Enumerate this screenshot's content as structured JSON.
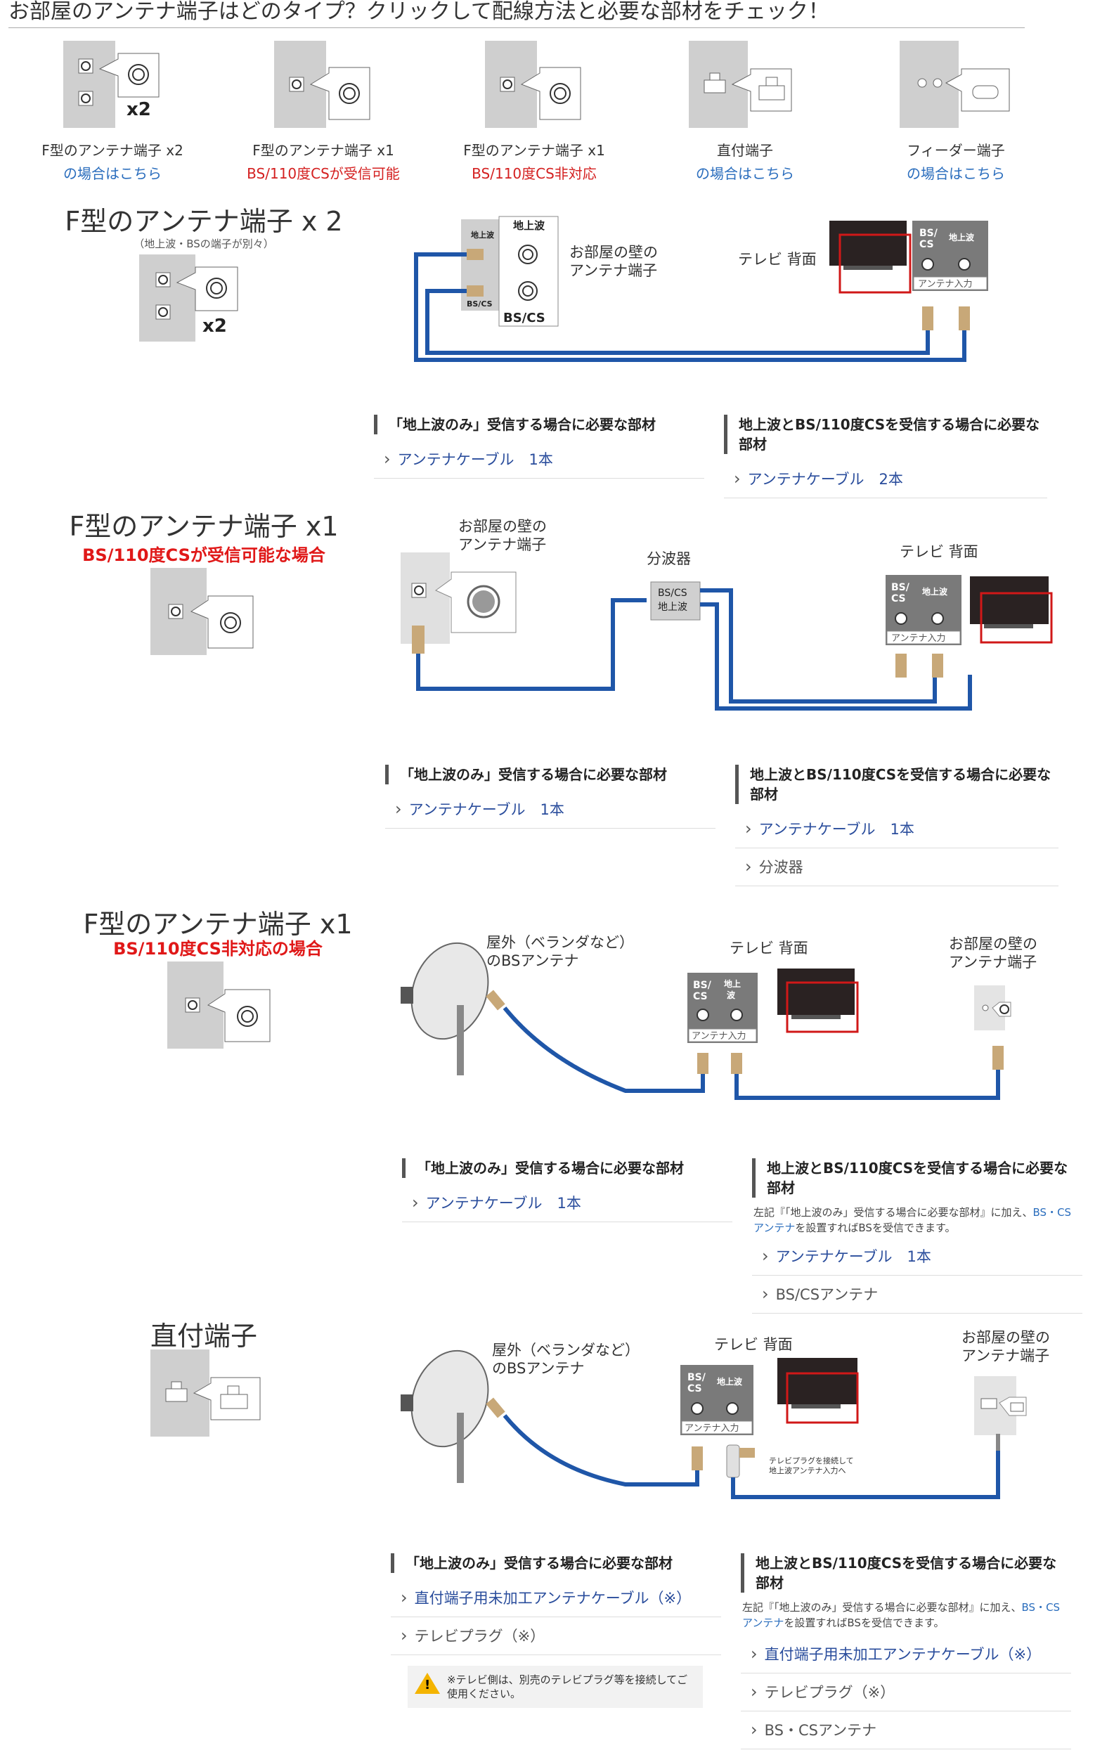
{
  "header": "お部屋のアンテナ端子はどのタイプ？クリックして配線方法と必要な部材をチェック！",
  "tiles": [
    {
      "l1": "F型のアンテナ端子 x2",
      "l2": "の場合はこちら",
      "badge": "x2"
    },
    {
      "l1": "F型のアンテナ端子 x1",
      "l2": "BS/110度CSが受信可能"
    },
    {
      "l1": "F型のアンテナ端子 x1",
      "l2": "BS/110度CS非対応"
    },
    {
      "l1": "直付端子",
      "l2": "の場合はこちら"
    },
    {
      "l1": "フィーダー端子",
      "l2": "の場合はこちら"
    }
  ],
  "s1": {
    "title": "F型のアンテナ端子 x 2",
    "note": "（地上波・BSの端子が別々）",
    "badge": "x2",
    "d": {
      "wall": "お部屋の壁の",
      "wall2": "アンテナ端子",
      "tv": "テレビ 背面",
      "chijo": "地上波",
      "bscs": "BS/CS",
      "bs": "BS/",
      "cs": "CS",
      "ant": "アンテナ入力"
    },
    "left": {
      "h": "「地上波のみ」受信する場合に必要な部材",
      "items": [
        "アンテナケーブル　1本"
      ]
    },
    "right": {
      "h": "地上波とBS/110度CSを受信する場合に必要な部材",
      "items": [
        "アンテナケーブル　2本"
      ]
    }
  },
  "s2": {
    "title": "F型のアンテナ端子 x1",
    "sub": "BS/110度CSが受信可能な場合",
    "d": {
      "wall": "お部屋の壁の",
      "wall2": "アンテナ端子",
      "split": "分波器",
      "tv": "テレビ 背面",
      "bscs": "BS/CS",
      "chijo": "地上波",
      "bs": "BS/",
      "cs": "CS",
      "ant": "アンテナ入力"
    },
    "left": {
      "h": "「地上波のみ」受信する場合に必要な部材",
      "items": [
        "アンテナケーブル　1本"
      ]
    },
    "right": {
      "h": "地上波とBS/110度CSを受信する場合に必要な部材",
      "items": [
        "アンテナケーブル　1本",
        "分波器"
      ]
    }
  },
  "s3": {
    "title": "F型のアンテナ端子 x1",
    "sub": "BS/110度CS非対応の場合",
    "d": {
      "out": "屋外（ベランダなど）",
      "out2": "のBSアンテナ",
      "tv": "テレビ 背面",
      "wall": "お部屋の壁の",
      "wall2": "アンテナ端子",
      "bs": "BS/",
      "cs": "CS",
      "chijo1": "地上",
      "chijo2": "波",
      "ant": "アンテナ入力"
    },
    "left": {
      "h": "「地上波のみ」受信する場合に必要な部材",
      "items": [
        "アンテナケーブル　1本"
      ]
    },
    "right": {
      "h": "地上波とBS/110度CSを受信する場合に必要な部材",
      "note1": "左記『「地上波のみ」受信する場合に必要な部材』に加え、",
      "note2": "BS・CSアンテナ",
      "note3": "を設置すればBSを受信できます。",
      "items": [
        "アンテナケーブル　1本",
        "BS/CSアンテナ"
      ]
    }
  },
  "s4": {
    "title": "直付端子",
    "d": {
      "out": "屋外（ベランダなど）",
      "out2": "のBSアンテナ",
      "tv": "テレビ 背面",
      "wall": "お部屋の壁の",
      "wall2": "アンテナ端子",
      "bs": "BS/",
      "cs": "CS",
      "chijo": "地上波",
      "ant": "アンテナ入力",
      "plug1": "テレビプラグを接続して",
      "plug2": "地上波アンテナ入力へ"
    },
    "left": {
      "h": "「地上波のみ」受信する場合に必要な部材",
      "items": [
        "直付端子用未加工アンテナケーブル（※）",
        "テレビプラグ（※）"
      ],
      "warn": "※テレビ側は、別売のテレビプラグ等を接続してご使用ください。"
    },
    "right": {
      "h": "地上波とBS/110度CSを受信する場合に必要な部材",
      "note1": "左記『「地上波のみ」受信する場合に必要な部材』に加え、",
      "note2": "BS・CSアンテナ",
      "note3": "を設置すればBSを受信できます。",
      "items": [
        "直付端子用未加工アンテナケーブル（※）",
        "テレビプラグ（※）",
        "BS・CSアンテナ"
      ]
    }
  },
  "colors": {
    "accent": "#2a6dbd",
    "red": "#e01818",
    "cable": "#1f56a8",
    "panel": "#cfcfcf"
  }
}
